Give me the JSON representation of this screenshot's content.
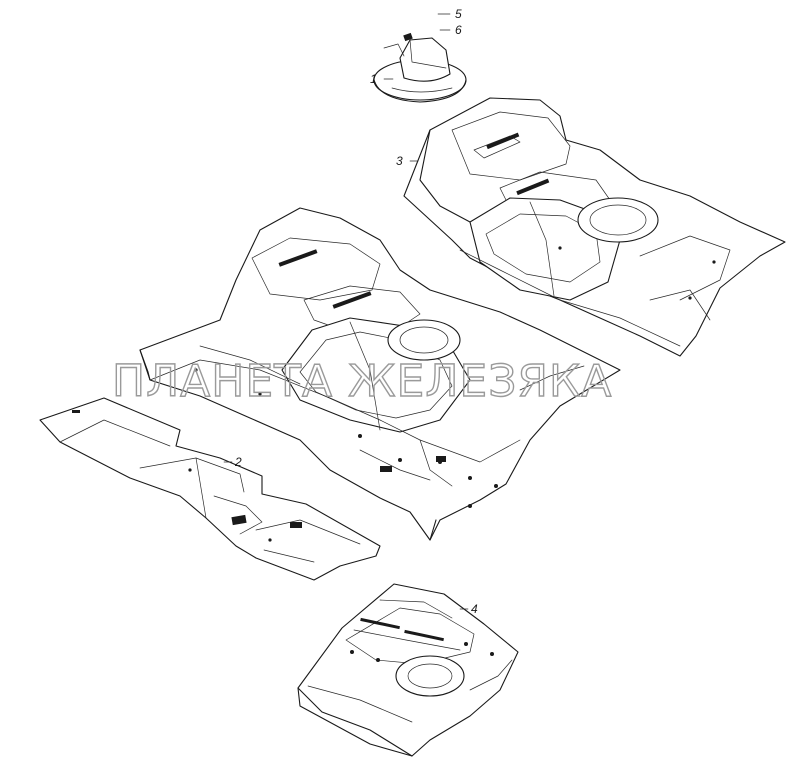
{
  "watermark": "ПЛАНЕТА ЖЕЛЕЗЯКА",
  "callouts": {
    "c1": "1",
    "c2": "2",
    "c3": "3",
    "c4": "4",
    "c5": "5",
    "c6": "6"
  },
  "colors": {
    "line": "#1a1a1a",
    "watermark": "#9a9a9a",
    "background": "#ffffff"
  }
}
